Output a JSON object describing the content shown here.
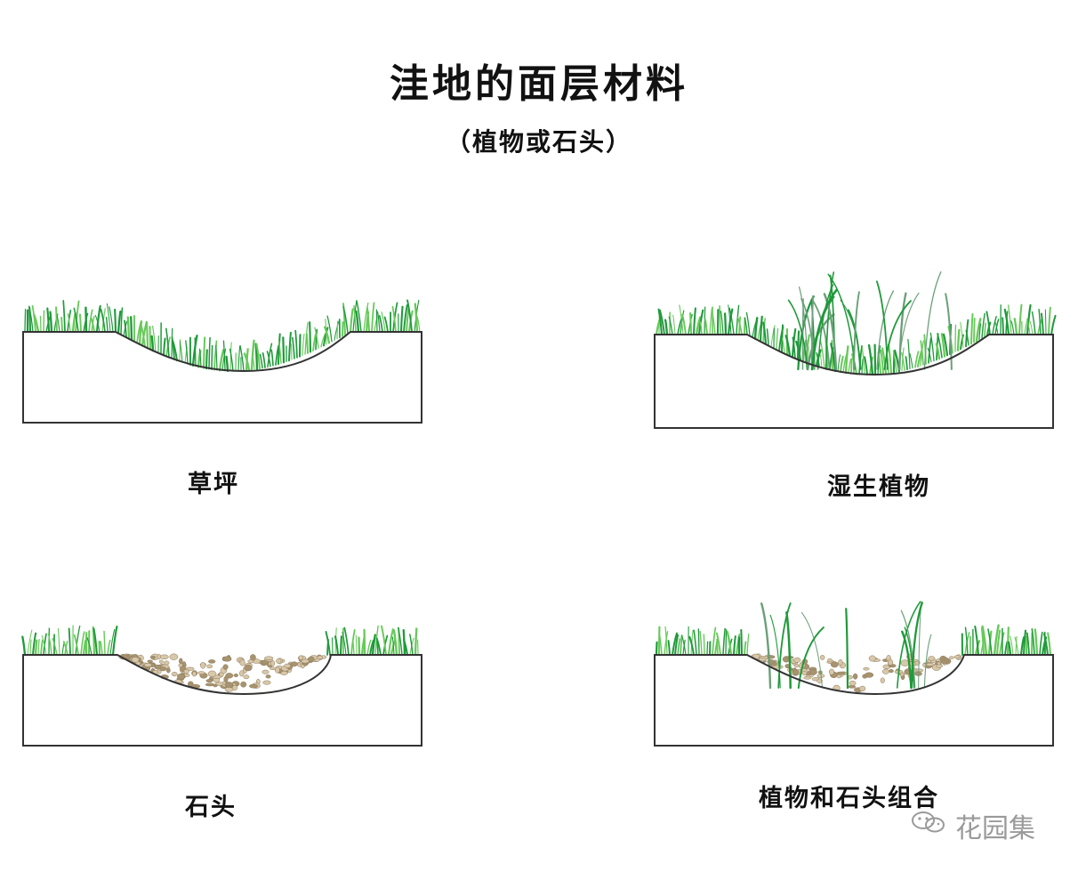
{
  "title": "洼地的面层材料",
  "subtitle": "（植物或石头）",
  "panels": [
    {
      "caption": "草坪",
      "surface": "lawn"
    },
    {
      "caption": "湿生植物",
      "surface": "wetland-plants"
    },
    {
      "caption": "石头",
      "surface": "stones"
    },
    {
      "caption": "植物和石头组合",
      "surface": "plants-and-stones"
    }
  ],
  "watermark": {
    "text": "花园集",
    "icon": "wechat-icon"
  },
  "colors": {
    "grass_light": "#67c95a",
    "grass_dark": "#1f9a3a",
    "outline": "#333333",
    "stone": "#d8c7a8",
    "stone_dark": "#a8936f"
  }
}
